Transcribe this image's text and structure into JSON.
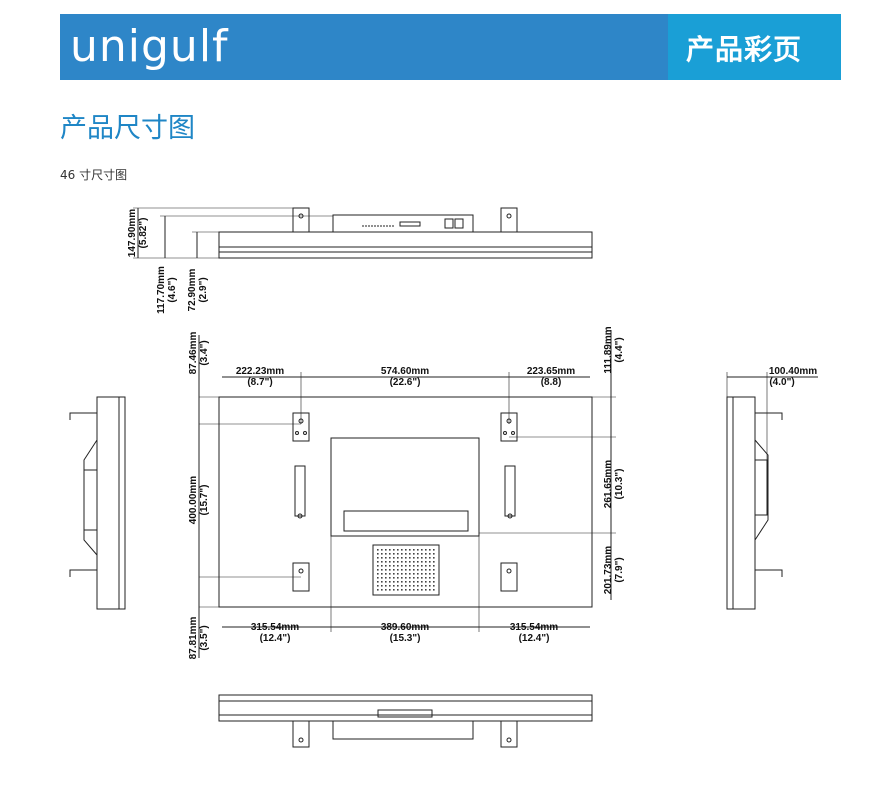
{
  "header": {
    "logo": "unigulf",
    "badge": "产品彩页"
  },
  "section": {
    "title": "产品尺寸图",
    "caption": "46 寸尺寸图"
  },
  "dims": {
    "top_height": "147.90mm",
    "top_height_in": "(5.82\")",
    "depth_a": "117.70mm",
    "depth_a_in": "(4.6\")",
    "depth_b": "72.90mm",
    "depth_b_in": "(2.9\")",
    "top_margin": "87.46mm",
    "top_margin_in": "(3.4\")",
    "left_span": "222.23mm",
    "left_span_in": "(8.7\")",
    "mid_span": "574.60mm",
    "mid_span_in": "(22.6\")",
    "right_span": "223.65mm",
    "right_span_in": "(8.8)",
    "right_top": "111.89mm",
    "right_top_in": "(4.4\")",
    "side_depth": "100.40mm",
    "side_depth_in": "(4.0\")",
    "vertical": "400.00mm",
    "vertical_in": "(15.7\")",
    "right_mid": "261.65mm",
    "right_mid_in": "(10.3\")",
    "right_low": "201.73mm",
    "right_low_in": "(7.9\")",
    "bottom_margin": "87.81mm",
    "bottom_margin_in": "(3.5\")",
    "bot_left": "315.54mm",
    "bot_left_in": "(12.4\")",
    "bot_mid": "389.60mm",
    "bot_mid_in": "(15.3\")",
    "bot_right": "315.54mm",
    "bot_right_in": "(12.4\")"
  }
}
